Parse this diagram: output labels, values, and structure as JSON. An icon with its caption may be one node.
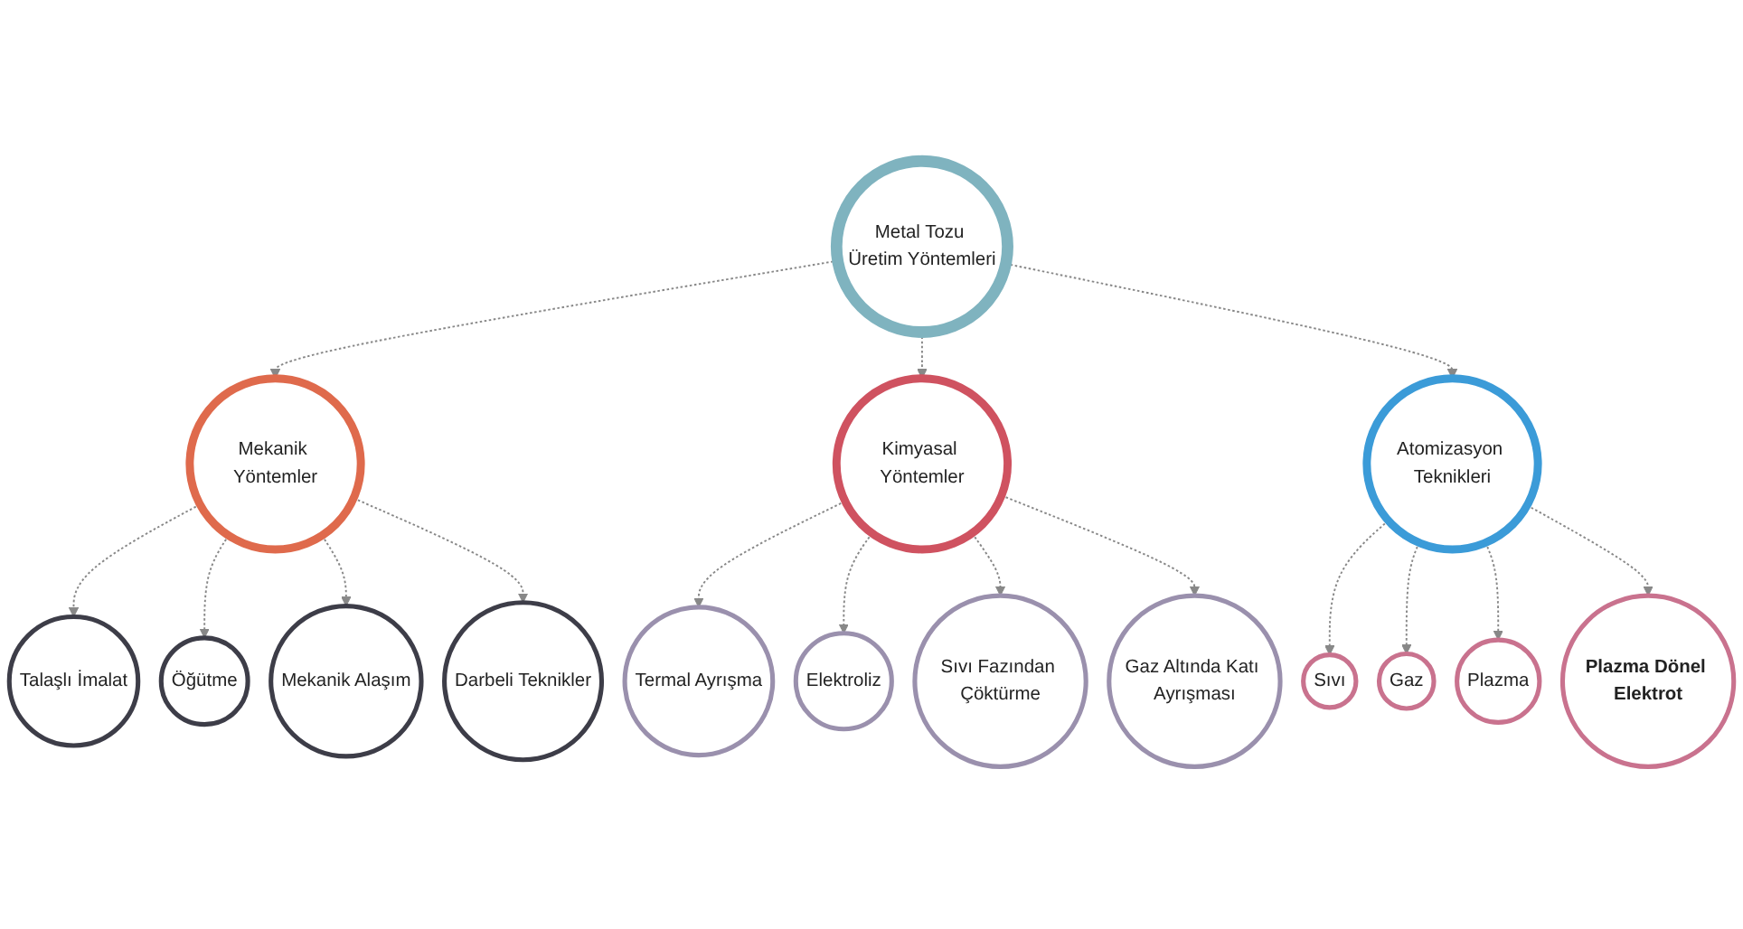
{
  "diagram": {
    "nodes": [
      {
        "text": [
          "Metal Tozu Üretim Yöntemleri"
        ]
      },
      {
        "text": [
          "Mekanik Yöntemler"
        ]
      },
      {
        "text": [
          "Kimyasal Yöntemler"
        ]
      },
      {
        "text": [
          "Atomizasyon Teknikleri"
        ]
      },
      {
        "text": [
          "Talaşlı İmalat"
        ]
      },
      {
        "text": [
          "Öğütme"
        ]
      },
      {
        "text": [
          "Mekanik Alaşım"
        ]
      },
      {
        "text": [
          "Darbeli Teknikler"
        ]
      },
      {
        "text": [
          "Termal Ayrışma"
        ]
      },
      {
        "text": [
          "Elektroliz"
        ]
      },
      {
        "text": [
          "Sıvı Fazından Çöktürme"
        ]
      },
      {
        "text": [
          "Gaz Altında Katı Ayrışması"
        ]
      },
      {
        "text": [
          "Sıvı"
        ]
      },
      {
        "text": [
          "Gaz"
        ]
      },
      {
        "text": [
          "Plazma"
        ]
      },
      {
        "text": [
          "Plazma Dönel Elektrot"
        ]
      }
    ],
    "edges": [
      {
        "from": 0,
        "to": 1,
        "arrow": "to",
        "style": "dashed"
      },
      {
        "from": 0,
        "to": 2,
        "arrow": "to",
        "style": "dashed"
      },
      {
        "from": 0,
        "to": 3,
        "arrow": "to",
        "style": "dashed"
      },
      {
        "from": 1,
        "to": 4,
        "arrow": "to",
        "style": "dashed"
      },
      {
        "from": 1,
        "to": 5,
        "arrow": "to",
        "style": "dashed"
      },
      {
        "from": 1,
        "to": 6,
        "arrow": "to",
        "style": "dashed"
      },
      {
        "from": 1,
        "to": 7,
        "arrow": "to",
        "style": "dashed"
      },
      {
        "from": 2,
        "to": 8,
        "arrow": "to",
        "style": "dashed"
      },
      {
        "from": 2,
        "to": 9,
        "arrow": "to",
        "style": "dashed"
      },
      {
        "from": 2,
        "to": 10,
        "arrow": "to",
        "style": "dashed"
      },
      {
        "from": 2,
        "to": 11,
        "arrow": "to",
        "style": "dashed"
      },
      {
        "from": 3,
        "to": 12,
        "arrow": "to",
        "style": "dashed"
      },
      {
        "from": 3,
        "to": 13,
        "arrow": "to",
        "style": "dashed"
      },
      {
        "from": 3,
        "to": 14,
        "arrow": "to",
        "style": "dashed"
      },
      {
        "from": 3,
        "to": 15,
        "arrow": "to",
        "style": "dashed"
      }
    ]
  }
}
